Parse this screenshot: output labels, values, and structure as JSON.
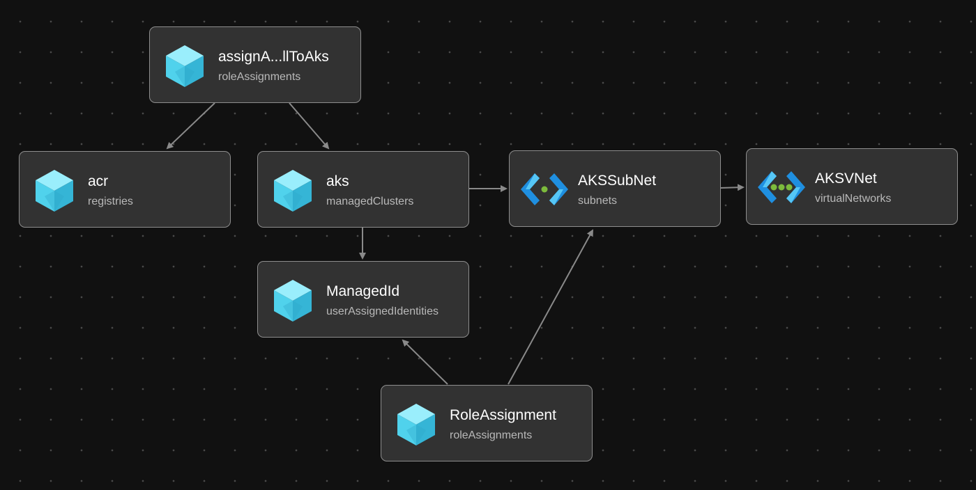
{
  "nodes": {
    "assign_role": {
      "title": "assignA...llToAks",
      "subtitle": "roleAssignments",
      "icon": "cube-icon"
    },
    "acr": {
      "title": "acr",
      "subtitle": "registries",
      "icon": "cube-icon"
    },
    "aks": {
      "title": "aks",
      "subtitle": "managedClusters",
      "icon": "cube-icon"
    },
    "subnet": {
      "title": "AKSSubNet",
      "subtitle": "subnets",
      "icon": "subnet-icon"
    },
    "vnet": {
      "title": "AKSVNet",
      "subtitle": "virtualNetworks",
      "icon": "vnet-icon"
    },
    "managed_id": {
      "title": "ManagedId",
      "subtitle": "userAssignedIdentities",
      "icon": "cube-icon"
    },
    "role_assignment": {
      "title": "RoleAssignment",
      "subtitle": "roleAssignments",
      "icon": "cube-icon"
    }
  },
  "edges": [
    {
      "from": "assign_role",
      "to": "acr"
    },
    {
      "from": "assign_role",
      "to": "aks"
    },
    {
      "from": "aks",
      "to": "subnet"
    },
    {
      "from": "subnet",
      "to": "vnet"
    },
    {
      "from": "aks",
      "to": "managed_id"
    },
    {
      "from": "role_assignment",
      "to": "managed_id"
    },
    {
      "from": "role_assignment",
      "to": "subnet"
    }
  ],
  "colors": {
    "background": "#111111",
    "node_fill": "#323232",
    "node_border": "#8e8e8e",
    "edge": "#8a8a8a",
    "cube_light": "#9aeefc",
    "cube_mid": "#50d2ec",
    "cube_dark": "#35b5d6",
    "bracket_blue": "#1f8fe0",
    "bracket_light": "#56c6f5",
    "dot_green": "#7dbb3c"
  }
}
